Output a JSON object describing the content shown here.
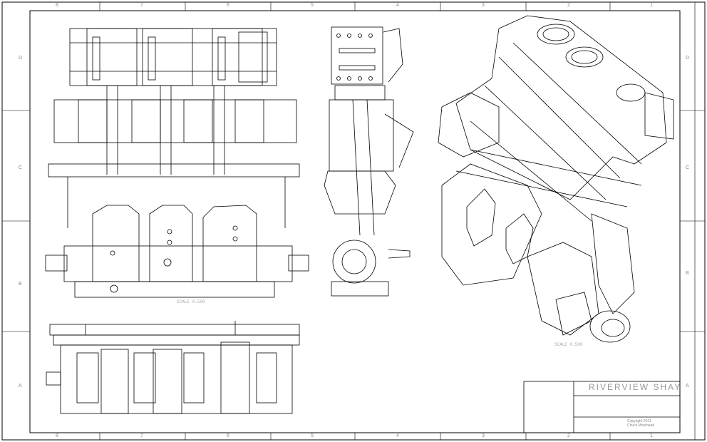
{
  "sheet": {
    "zones_top": [
      "8",
      "7",
      "6",
      "5",
      "4",
      "3",
      "2",
      "1"
    ],
    "zones_bottom": [
      "8",
      "7",
      "6",
      "5",
      "4",
      "3",
      "2",
      "1"
    ],
    "zones_left": [
      "",
      "D",
      "C",
      "B",
      "A"
    ],
    "zones_right": [
      "",
      "D",
      "C",
      "B",
      "A"
    ]
  },
  "views": {
    "front_scale": "SCALE 0.500",
    "iso_scale": "SCALE 0.500"
  },
  "title_block": {
    "title": "RIVERVIEW SHAY",
    "copyright_line1": "Copyright 2011",
    "copyright_line2": "Chuck Morehead"
  },
  "colors": {
    "line": "#000000",
    "paper": "#ffffff",
    "label": "#aaaaaa"
  }
}
